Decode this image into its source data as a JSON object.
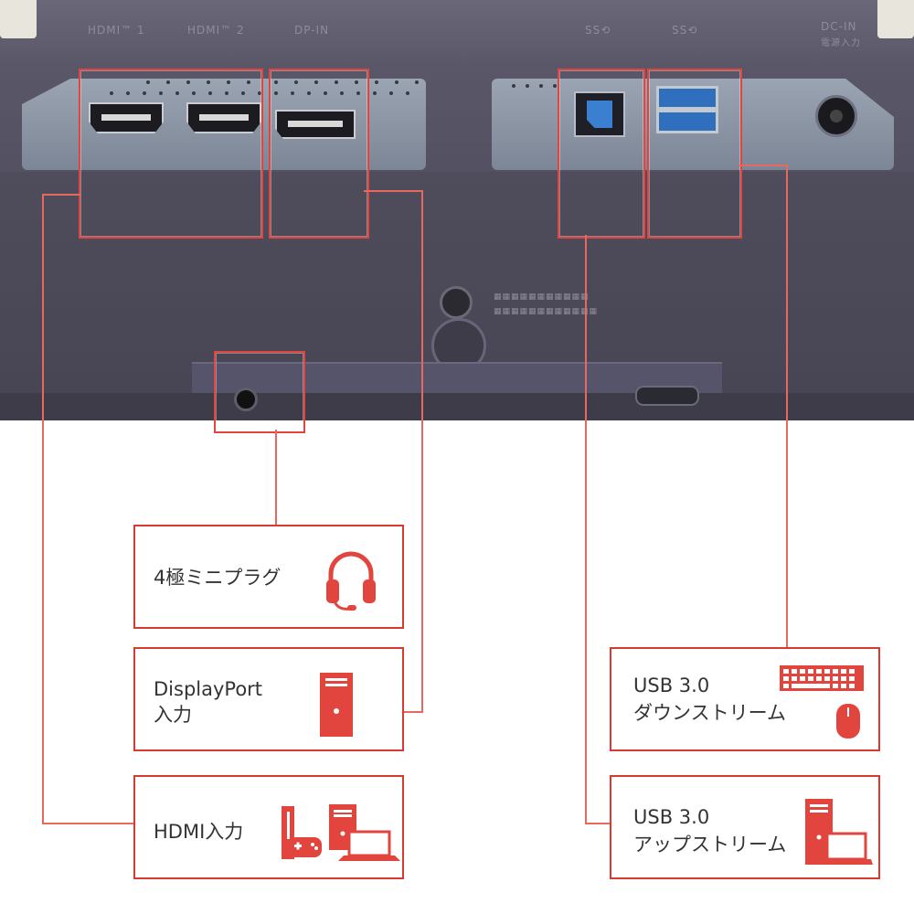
{
  "ports": {
    "hdmi1": "HDMI™ 1",
    "hdmi2": "HDMI™ 2",
    "dp_in": "DP-IN",
    "ss1": "SS⟲",
    "ss2": "SS⟲",
    "dc_in": "DC-IN",
    "dc_in_jp": "電源入力"
  },
  "callouts": [
    {
      "id": "headphone",
      "lines": [
        "4極ミニプラグ"
      ],
      "icon": "headphones-icon"
    },
    {
      "id": "displayport",
      "lines": [
        "DisplayPort",
        "入力"
      ],
      "icon": "desktop-tower-icon"
    },
    {
      "id": "hdmi",
      "lines": [
        "HDMI入力"
      ],
      "icon": "game-console-and-pc-icons"
    },
    {
      "id": "usb_down",
      "lines": [
        "USB 3.0",
        "ダウンストリーム"
      ],
      "icon": "keyboard-and-mouse-icons"
    },
    {
      "id": "usb_up",
      "lines": [
        "USB 3.0",
        "アップストリーム"
      ],
      "icon": "pc-and-laptop-icons"
    }
  ],
  "colors": {
    "accent_red": "#e2453d",
    "panel_gray": "#545262",
    "usb_blue": "#2f6fbd"
  }
}
